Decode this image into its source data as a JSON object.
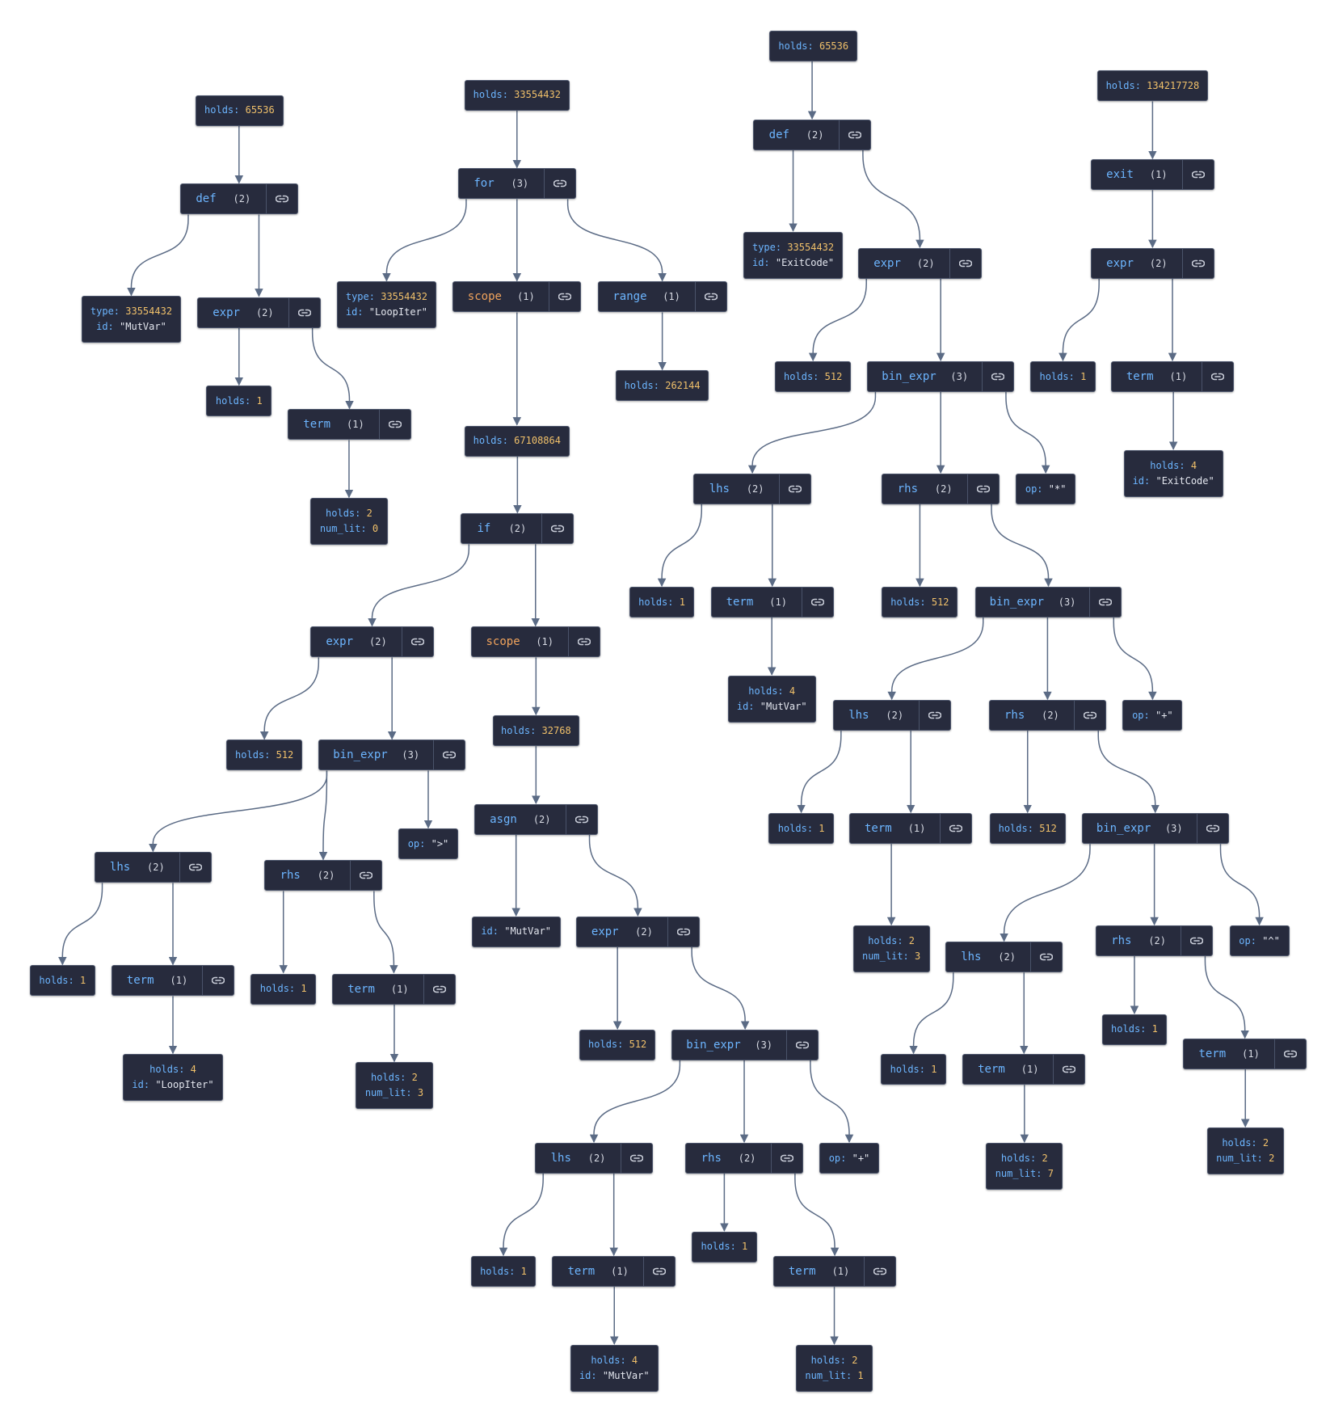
{
  "colors": {
    "label": "#6cb5ff",
    "scope_label": "#f0a35c",
    "number": "#f0c06a",
    "string": "#e3e6ee",
    "edge": "#5b6b85",
    "node_bg": "#272b3d"
  },
  "icons": {
    "link": "link-icon"
  },
  "nodes": [
    {
      "id": "t1_holds",
      "kind": "leaf",
      "rows": [
        [
          "holds",
          "65536"
        ]
      ]
    },
    {
      "id": "t1_def",
      "kind": "branch",
      "label": "def",
      "count": "(2)"
    },
    {
      "id": "t1_type",
      "kind": "leaf",
      "rows": [
        [
          "type",
          "33554432"
        ],
        [
          "id",
          "\"MutVar\""
        ]
      ]
    },
    {
      "id": "t1_expr",
      "kind": "branch",
      "label": "expr",
      "count": "(2)"
    },
    {
      "id": "t1_h1",
      "kind": "leaf",
      "rows": [
        [
          "holds",
          "1"
        ]
      ]
    },
    {
      "id": "t1_term",
      "kind": "branch",
      "label": "term",
      "count": "(1)"
    },
    {
      "id": "t1_lit",
      "kind": "leaf",
      "rows": [
        [
          "holds",
          "2"
        ],
        [
          "num_lit",
          "0"
        ]
      ]
    },
    {
      "id": "t2_holds",
      "kind": "leaf",
      "rows": [
        [
          "holds",
          "33554432"
        ]
      ]
    },
    {
      "id": "t2_for",
      "kind": "branch",
      "label": "for",
      "count": "(3)"
    },
    {
      "id": "t2_type",
      "kind": "leaf",
      "rows": [
        [
          "type",
          "33554432"
        ],
        [
          "id",
          "\"LoopIter\""
        ]
      ]
    },
    {
      "id": "t2_scope",
      "kind": "branch",
      "label": "scope",
      "count": "(1)",
      "accent": "orange"
    },
    {
      "id": "t2_range",
      "kind": "branch",
      "label": "range",
      "count": "(1)"
    },
    {
      "id": "t2_rh",
      "kind": "leaf",
      "rows": [
        [
          "holds",
          "262144"
        ]
      ]
    },
    {
      "id": "t2_sh",
      "kind": "leaf",
      "rows": [
        [
          "holds",
          "67108864"
        ]
      ]
    },
    {
      "id": "t2_if",
      "kind": "branch",
      "label": "if",
      "count": "(2)"
    },
    {
      "id": "t2_expr",
      "kind": "branch",
      "label": "expr",
      "count": "(2)"
    },
    {
      "id": "t2_scope2",
      "kind": "branch",
      "label": "scope",
      "count": "(1)",
      "accent": "orange"
    },
    {
      "id": "t2_e512",
      "kind": "leaf",
      "rows": [
        [
          "holds",
          "512"
        ]
      ]
    },
    {
      "id": "t2_bin",
      "kind": "branch",
      "label": "bin_expr",
      "count": "(3)"
    },
    {
      "id": "t2_op",
      "kind": "leaf",
      "rows": [
        [
          "op",
          "\">\""
        ]
      ]
    },
    {
      "id": "t2_lhs",
      "kind": "branch",
      "label": "lhs",
      "count": "(2)"
    },
    {
      "id": "t2_rhs",
      "kind": "branch",
      "label": "rhs",
      "count": "(2)"
    },
    {
      "id": "t2_lh1",
      "kind": "leaf",
      "rows": [
        [
          "holds",
          "1"
        ]
      ]
    },
    {
      "id": "t2_lterm",
      "kind": "branch",
      "label": "term",
      "count": "(1)"
    },
    {
      "id": "t2_lid",
      "kind": "leaf",
      "rows": [
        [
          "holds",
          "4"
        ],
        [
          "id",
          "\"LoopIter\""
        ]
      ]
    },
    {
      "id": "t2_rh1",
      "kind": "leaf",
      "rows": [
        [
          "holds",
          "1"
        ]
      ]
    },
    {
      "id": "t2_rterm",
      "kind": "branch",
      "label": "term",
      "count": "(1)"
    },
    {
      "id": "t2_rlit",
      "kind": "leaf",
      "rows": [
        [
          "holds",
          "2"
        ],
        [
          "num_lit",
          "3"
        ]
      ]
    },
    {
      "id": "t2_s32",
      "kind": "leaf",
      "rows": [
        [
          "holds",
          "32768"
        ]
      ]
    },
    {
      "id": "t2_asgn",
      "kind": "branch",
      "label": "asgn",
      "count": "(2)"
    },
    {
      "id": "t2_aid",
      "kind": "leaf",
      "rows": [
        [
          "id",
          "\"MutVar\""
        ]
      ]
    },
    {
      "id": "t2_aexpr",
      "kind": "branch",
      "label": "expr",
      "count": "(2)"
    },
    {
      "id": "t2_a512",
      "kind": "leaf",
      "rows": [
        [
          "holds",
          "512"
        ]
      ]
    },
    {
      "id": "t2_abin",
      "kind": "branch",
      "label": "bin_expr",
      "count": "(3)"
    },
    {
      "id": "t2_alhs",
      "kind": "branch",
      "label": "lhs",
      "count": "(2)"
    },
    {
      "id": "t2_arhs",
      "kind": "branch",
      "label": "rhs",
      "count": "(2)"
    },
    {
      "id": "t2_aop",
      "kind": "leaf",
      "rows": [
        [
          "op",
          "\"+\""
        ]
      ]
    },
    {
      "id": "t2_alh1",
      "kind": "leaf",
      "rows": [
        [
          "holds",
          "1"
        ]
      ]
    },
    {
      "id": "t2_alterm",
      "kind": "branch",
      "label": "term",
      "count": "(1)"
    },
    {
      "id": "t2_alid",
      "kind": "leaf",
      "rows": [
        [
          "holds",
          "4"
        ],
        [
          "id",
          "\"MutVar\""
        ]
      ]
    },
    {
      "id": "t2_arh1",
      "kind": "leaf",
      "rows": [
        [
          "holds",
          "1"
        ]
      ]
    },
    {
      "id": "t2_arterm",
      "kind": "branch",
      "label": "term",
      "count": "(1)"
    },
    {
      "id": "t2_arlit",
      "kind": "leaf",
      "rows": [
        [
          "holds",
          "2"
        ],
        [
          "num_lit",
          "1"
        ]
      ]
    },
    {
      "id": "t3_holds",
      "kind": "leaf",
      "rows": [
        [
          "holds",
          "65536"
        ]
      ]
    },
    {
      "id": "t3_def",
      "kind": "branch",
      "label": "def",
      "count": "(2)"
    },
    {
      "id": "t3_type",
      "kind": "leaf",
      "rows": [
        [
          "type",
          "33554432"
        ],
        [
          "id",
          "\"ExitCode\""
        ]
      ]
    },
    {
      "id": "t3_expr",
      "kind": "branch",
      "label": "expr",
      "count": "(2)"
    },
    {
      "id": "t3_512",
      "kind": "leaf",
      "rows": [
        [
          "holds",
          "512"
        ]
      ]
    },
    {
      "id": "t3_bin",
      "kind": "branch",
      "label": "bin_expr",
      "count": "(3)"
    },
    {
      "id": "t3_lhs",
      "kind": "branch",
      "label": "lhs",
      "count": "(2)"
    },
    {
      "id": "t3_rhs",
      "kind": "branch",
      "label": "rhs",
      "count": "(2)"
    },
    {
      "id": "t3_op",
      "kind": "leaf",
      "rows": [
        [
          "op",
          "\"*\""
        ]
      ]
    },
    {
      "id": "t3_lh1",
      "kind": "leaf",
      "rows": [
        [
          "holds",
          "1"
        ]
      ]
    },
    {
      "id": "t3_lterm",
      "kind": "branch",
      "label": "term",
      "count": "(1)"
    },
    {
      "id": "t3_lid",
      "kind": "leaf",
      "rows": [
        [
          "holds",
          "4"
        ],
        [
          "id",
          "\"MutVar\""
        ]
      ]
    },
    {
      "id": "t3_r512",
      "kind": "leaf",
      "rows": [
        [
          "holds",
          "512"
        ]
      ]
    },
    {
      "id": "t3_rbin",
      "kind": "branch",
      "label": "bin_expr",
      "count": "(3)"
    },
    {
      "id": "t3_rlhs",
      "kind": "branch",
      "label": "lhs",
      "count": "(2)"
    },
    {
      "id": "t3_rrhs",
      "kind": "branch",
      "label": "rhs",
      "count": "(2)"
    },
    {
      "id": "t3_rop",
      "kind": "leaf",
      "rows": [
        [
          "op",
          "\"+\""
        ]
      ]
    },
    {
      "id": "t3_rlh1",
      "kind": "leaf",
      "rows": [
        [
          "holds",
          "1"
        ]
      ]
    },
    {
      "id": "t3_rlterm",
      "kind": "branch",
      "label": "term",
      "count": "(1)"
    },
    {
      "id": "t3_rllit",
      "kind": "leaf",
      "rows": [
        [
          "holds",
          "2"
        ],
        [
          "num_lit",
          "3"
        ]
      ]
    },
    {
      "id": "t3_rr512",
      "kind": "leaf",
      "rows": [
        [
          "holds",
          "512"
        ]
      ]
    },
    {
      "id": "t3_rrbin",
      "kind": "branch",
      "label": "bin_expr",
      "count": "(3)"
    },
    {
      "id": "t3_xlhs",
      "kind": "branch",
      "label": "lhs",
      "count": "(2)"
    },
    {
      "id": "t3_xrhs",
      "kind": "branch",
      "label": "rhs",
      "count": "(2)"
    },
    {
      "id": "t3_xop",
      "kind": "leaf",
      "rows": [
        [
          "op",
          "\"^\""
        ]
      ]
    },
    {
      "id": "t3_xlh1",
      "kind": "leaf",
      "rows": [
        [
          "holds",
          "1"
        ]
      ]
    },
    {
      "id": "t3_xlterm",
      "kind": "branch",
      "label": "term",
      "count": "(1)"
    },
    {
      "id": "t3_xllit",
      "kind": "leaf",
      "rows": [
        [
          "holds",
          "2"
        ],
        [
          "num_lit",
          "7"
        ]
      ]
    },
    {
      "id": "t3_xrh1",
      "kind": "leaf",
      "rows": [
        [
          "holds",
          "1"
        ]
      ]
    },
    {
      "id": "t3_xrterm",
      "kind": "branch",
      "label": "term",
      "count": "(1)"
    },
    {
      "id": "t3_xrlit",
      "kind": "leaf",
      "rows": [
        [
          "holds",
          "2"
        ],
        [
          "num_lit",
          "2"
        ]
      ]
    },
    {
      "id": "t4_holds",
      "kind": "leaf",
      "rows": [
        [
          "holds",
          "134217728"
        ]
      ]
    },
    {
      "id": "t4_exit",
      "kind": "branch",
      "label": "exit",
      "count": "(1)"
    },
    {
      "id": "t4_expr",
      "kind": "branch",
      "label": "expr",
      "count": "(2)"
    },
    {
      "id": "t4_h1",
      "kind": "leaf",
      "rows": [
        [
          "holds",
          "1"
        ]
      ]
    },
    {
      "id": "t4_term",
      "kind": "branch",
      "label": "term",
      "count": "(1)"
    },
    {
      "id": "t4_id",
      "kind": "leaf",
      "rows": [
        [
          "holds",
          "4"
        ],
        [
          "id",
          "\"ExitCode\""
        ]
      ]
    }
  ],
  "edges": [
    [
      "t1_holds",
      "t1_def"
    ],
    [
      "t1_def",
      "t1_type"
    ],
    [
      "t1_def",
      "t1_expr"
    ],
    [
      "t1_expr",
      "t1_h1"
    ],
    [
      "t1_expr",
      "t1_term"
    ],
    [
      "t1_term",
      "t1_lit"
    ],
    [
      "t2_holds",
      "t2_for"
    ],
    [
      "t2_for",
      "t2_type"
    ],
    [
      "t2_for",
      "t2_scope"
    ],
    [
      "t2_for",
      "t2_range"
    ],
    [
      "t2_range",
      "t2_rh"
    ],
    [
      "t2_scope",
      "t2_sh"
    ],
    [
      "t2_sh",
      "t2_if"
    ],
    [
      "t2_if",
      "t2_expr"
    ],
    [
      "t2_if",
      "t2_scope2"
    ],
    [
      "t2_expr",
      "t2_e512"
    ],
    [
      "t2_expr",
      "t2_bin"
    ],
    [
      "t2_bin",
      "t2_lhs"
    ],
    [
      "t2_bin",
      "t2_rhs"
    ],
    [
      "t2_bin",
      "t2_op"
    ],
    [
      "t2_lhs",
      "t2_lh1"
    ],
    [
      "t2_lhs",
      "t2_lterm"
    ],
    [
      "t2_lterm",
      "t2_lid"
    ],
    [
      "t2_rhs",
      "t2_rh1"
    ],
    [
      "t2_rhs",
      "t2_rterm"
    ],
    [
      "t2_rterm",
      "t2_rlit"
    ],
    [
      "t2_scope2",
      "t2_s32"
    ],
    [
      "t2_s32",
      "t2_asgn"
    ],
    [
      "t2_asgn",
      "t2_aid"
    ],
    [
      "t2_asgn",
      "t2_aexpr"
    ],
    [
      "t2_aexpr",
      "t2_a512"
    ],
    [
      "t2_aexpr",
      "t2_abin"
    ],
    [
      "t2_abin",
      "t2_alhs"
    ],
    [
      "t2_abin",
      "t2_arhs"
    ],
    [
      "t2_abin",
      "t2_aop"
    ],
    [
      "t2_alhs",
      "t2_alh1"
    ],
    [
      "t2_alhs",
      "t2_alterm"
    ],
    [
      "t2_alterm",
      "t2_alid"
    ],
    [
      "t2_arhs",
      "t2_arh1"
    ],
    [
      "t2_arhs",
      "t2_arterm"
    ],
    [
      "t2_arterm",
      "t2_arlit"
    ],
    [
      "t3_holds",
      "t3_def"
    ],
    [
      "t3_def",
      "t3_type"
    ],
    [
      "t3_def",
      "t3_expr"
    ],
    [
      "t3_expr",
      "t3_512"
    ],
    [
      "t3_expr",
      "t3_bin"
    ],
    [
      "t3_bin",
      "t3_lhs"
    ],
    [
      "t3_bin",
      "t3_rhs"
    ],
    [
      "t3_bin",
      "t3_op"
    ],
    [
      "t3_lhs",
      "t3_lh1"
    ],
    [
      "t3_lhs",
      "t3_lterm"
    ],
    [
      "t3_lterm",
      "t3_lid"
    ],
    [
      "t3_rhs",
      "t3_r512"
    ],
    [
      "t3_rhs",
      "t3_rbin"
    ],
    [
      "t3_rbin",
      "t3_rlhs"
    ],
    [
      "t3_rbin",
      "t3_rrhs"
    ],
    [
      "t3_rbin",
      "t3_rop"
    ],
    [
      "t3_rlhs",
      "t3_rlh1"
    ],
    [
      "t3_rlhs",
      "t3_rlterm"
    ],
    [
      "t3_rlterm",
      "t3_rllit"
    ],
    [
      "t3_rrhs",
      "t3_rr512"
    ],
    [
      "t3_rrhs",
      "t3_rrbin"
    ],
    [
      "t3_rrbin",
      "t3_xlhs"
    ],
    [
      "t3_rrbin",
      "t3_xrhs"
    ],
    [
      "t3_rrbin",
      "t3_xop"
    ],
    [
      "t3_xlhs",
      "t3_xlh1"
    ],
    [
      "t3_xlhs",
      "t3_xlterm"
    ],
    [
      "t3_xlterm",
      "t3_xllit"
    ],
    [
      "t3_xrhs",
      "t3_xrh1"
    ],
    [
      "t3_xrhs",
      "t3_xrterm"
    ],
    [
      "t3_xrterm",
      "t3_xrlit"
    ],
    [
      "t4_holds",
      "t4_exit"
    ],
    [
      "t4_exit",
      "t4_expr"
    ],
    [
      "t4_expr",
      "t4_h1"
    ],
    [
      "t4_expr",
      "t4_term"
    ],
    [
      "t4_term",
      "t4_id"
    ]
  ]
}
